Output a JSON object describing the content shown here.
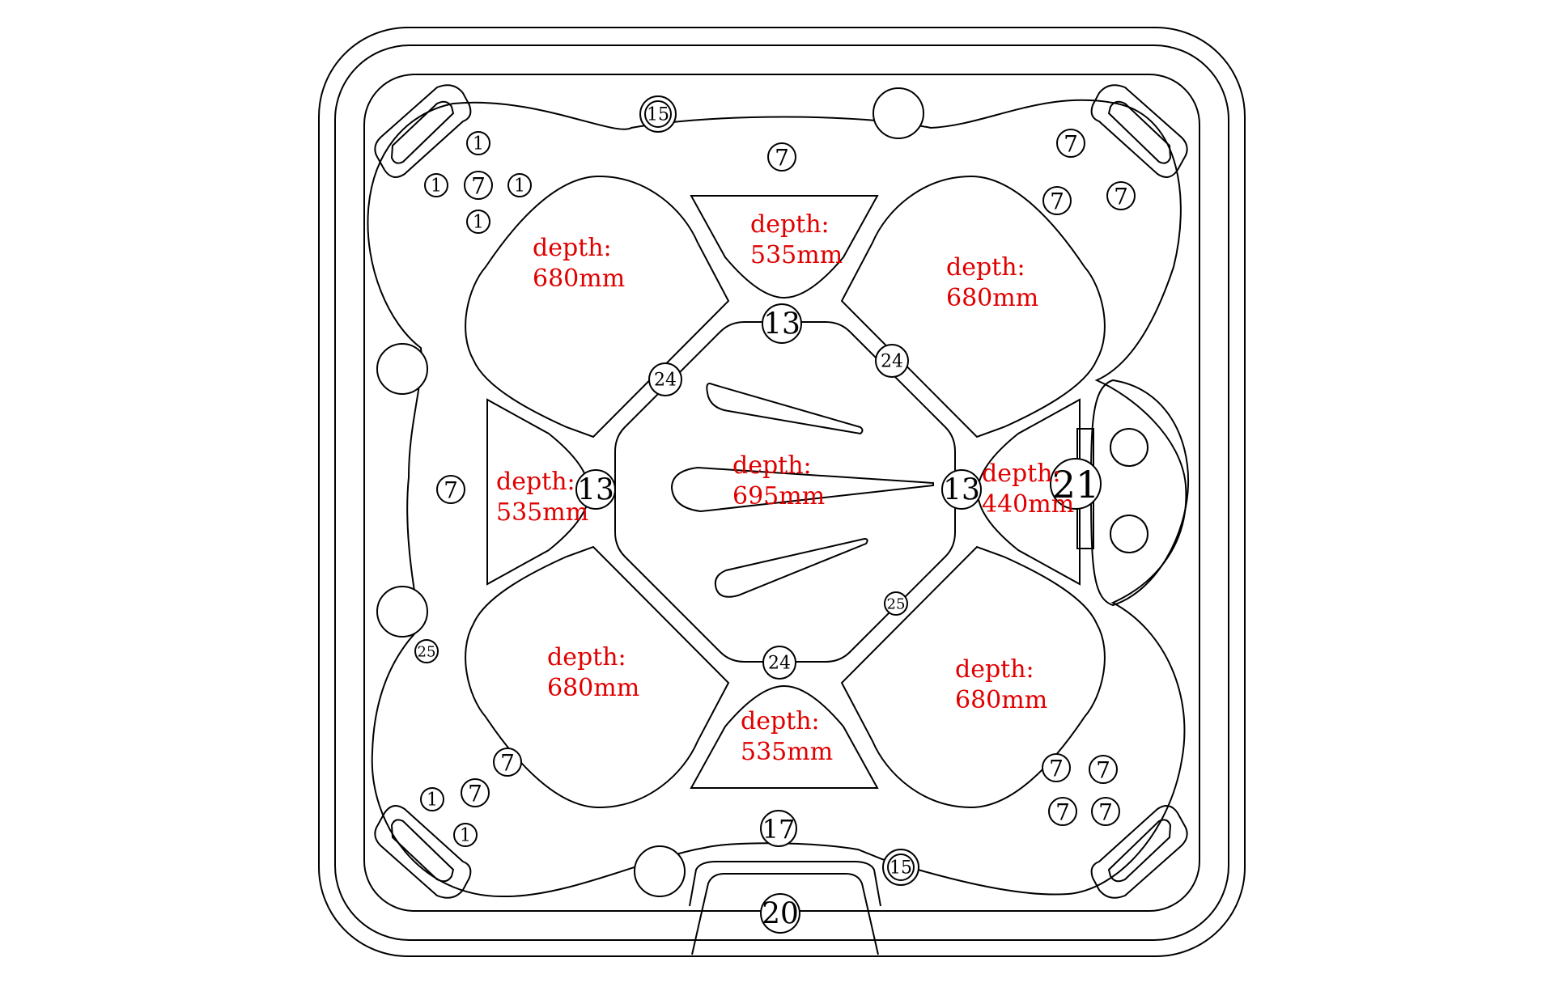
{
  "diagram": {
    "depth_labels": [
      {
        "id": "top-left-seat",
        "line1": "depth:",
        "line2": "680mm"
      },
      {
        "id": "top-center-seat",
        "line1": "depth:",
        "line2": "535mm"
      },
      {
        "id": "top-right-seat",
        "line1": "depth:",
        "line2": "680mm"
      },
      {
        "id": "left-center-seat",
        "line1": "depth:",
        "line2": "535mm"
      },
      {
        "id": "center-footwell",
        "line1": "depth:",
        "line2": "695mm"
      },
      {
        "id": "right-center-seat",
        "line1": "depth:",
        "line2": "440mm"
      },
      {
        "id": "bottom-left-seat",
        "line1": "depth:",
        "line2": "680mm"
      },
      {
        "id": "bottom-center-seat",
        "line1": "depth:",
        "line2": "535mm"
      },
      {
        "id": "bottom-right-seat",
        "line1": "depth:",
        "line2": "680mm"
      }
    ],
    "markers": [
      {
        "label": "1"
      },
      {
        "label": "1"
      },
      {
        "label": "7"
      },
      {
        "label": "1"
      },
      {
        "label": "1"
      },
      {
        "label": "15"
      },
      {
        "label": "7"
      },
      {
        "label": "7"
      },
      {
        "label": "7"
      },
      {
        "label": "7"
      },
      {
        "label": "13"
      },
      {
        "label": "24"
      },
      {
        "label": "24"
      },
      {
        "label": "7"
      },
      {
        "label": "13"
      },
      {
        "label": "13"
      },
      {
        "label": "21"
      },
      {
        "label": "25"
      },
      {
        "label": "25"
      },
      {
        "label": "24"
      },
      {
        "label": "7"
      },
      {
        "label": "7"
      },
      {
        "label": "1"
      },
      {
        "label": "1"
      },
      {
        "label": "7"
      },
      {
        "label": "7"
      },
      {
        "label": "7"
      },
      {
        "label": "7"
      },
      {
        "label": "17"
      },
      {
        "label": "15"
      },
      {
        "label": "20"
      }
    ]
  }
}
